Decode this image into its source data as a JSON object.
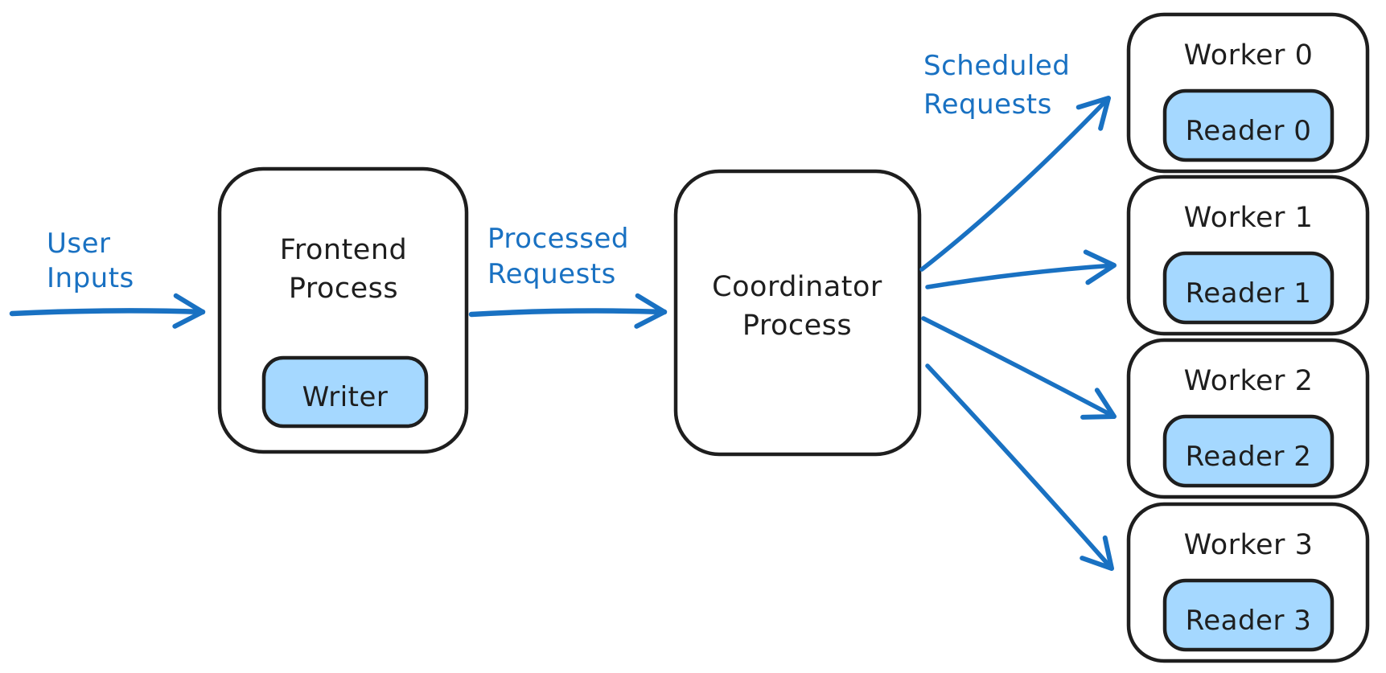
{
  "colors": {
    "background": "#ffffff",
    "box_stroke": "#1e1e1e",
    "accent_blue": "#1971c2",
    "light_blue_fill": "#a5d8ff",
    "text_black": "#1e1e1e"
  },
  "labels": {
    "user_inputs": {
      "line1": "User",
      "line2": "Inputs"
    },
    "processed_requests": {
      "line1": "Processed",
      "line2": "Requests"
    },
    "scheduled_requests": {
      "line1": "Scheduled",
      "line2": "Requests"
    }
  },
  "nodes": {
    "frontend": {
      "title_line1": "Frontend",
      "title_line2": "Process",
      "writer": "Writer"
    },
    "coordinator": {
      "title_line1": "Coordinator",
      "title_line2": "Process"
    },
    "workers": [
      {
        "title": "Worker 0",
        "reader": "Reader 0"
      },
      {
        "title": "Worker 1",
        "reader": "Reader 1"
      },
      {
        "title": "Worker 2",
        "reader": "Reader 2"
      },
      {
        "title": "Worker 3",
        "reader": "Reader 3"
      }
    ]
  }
}
